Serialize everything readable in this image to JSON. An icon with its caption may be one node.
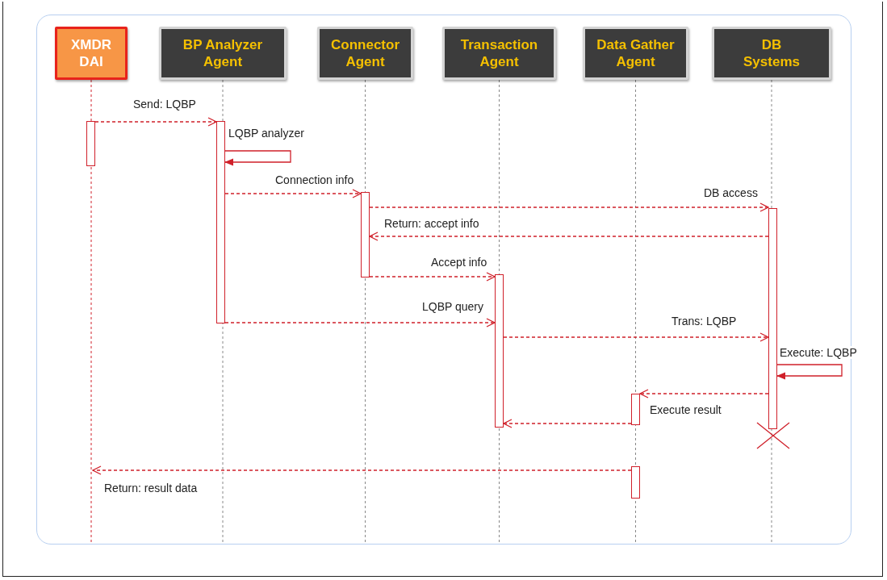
{
  "diagram": {
    "nodes": [
      {
        "text": [
          "XMDR DAI"
        ]
      },
      {
        "text": [
          "BP Analyzer Agent"
        ]
      },
      {
        "text": [
          "Connector Agent"
        ]
      },
      {
        "text": [
          "Transaction Agent"
        ]
      },
      {
        "text": [
          "Data Gather Agent"
        ]
      },
      {
        "text": [
          "DB Systems"
        ]
      },
      {
        "text": [],
        "shape": "bar"
      },
      {
        "text": [],
        "shape": "bar"
      },
      {
        "text": [],
        "shape": "bar"
      },
      {
        "text": [],
        "shape": "bar"
      },
      {
        "text": [],
        "shape": "bar"
      },
      {
        "text": [],
        "shape": "bar"
      },
      {
        "text": [],
        "shape": "bar"
      }
    ],
    "edges": [
      {
        "from": 6,
        "to": 7,
        "arrow": "to",
        "label": "Send: LQBP",
        "style": "dashed"
      },
      {
        "from": 7,
        "to": 7,
        "arrow": "to",
        "label": "LQBP analyzer"
      },
      {
        "from": 7,
        "to": 8,
        "arrow": "to",
        "label": "Connection info",
        "style": "dashed"
      },
      {
        "from": 8,
        "to": 9,
        "arrow": "to",
        "label": "DB access",
        "style": "dashed"
      },
      {
        "from": 9,
        "to": 8,
        "arrow": "to",
        "label": "Return: accept info",
        "style": "dashed"
      },
      {
        "from": 8,
        "to": 10,
        "arrow": "to",
        "label": "Accept info",
        "style": "dashed"
      },
      {
        "from": 7,
        "to": 10,
        "arrow": "to",
        "label": "LQBP query",
        "style": "dashed"
      },
      {
        "from": 10,
        "to": 9,
        "arrow": "to",
        "label": "Trans: LQBP",
        "style": "dashed"
      },
      {
        "from": 9,
        "to": 9,
        "arrow": "to",
        "label": "Execute: LQBP"
      },
      {
        "from": 9,
        "to": 11,
        "arrow": "to",
        "label": "Execute result",
        "style": "dashed"
      },
      {
        "from": 11,
        "to": 10,
        "arrow": "to",
        "style": "dashed"
      },
      {
        "from": 12,
        "to": null,
        "arrow": "to",
        "label": "Return: result data",
        "style": "dashed"
      }
    ]
  }
}
